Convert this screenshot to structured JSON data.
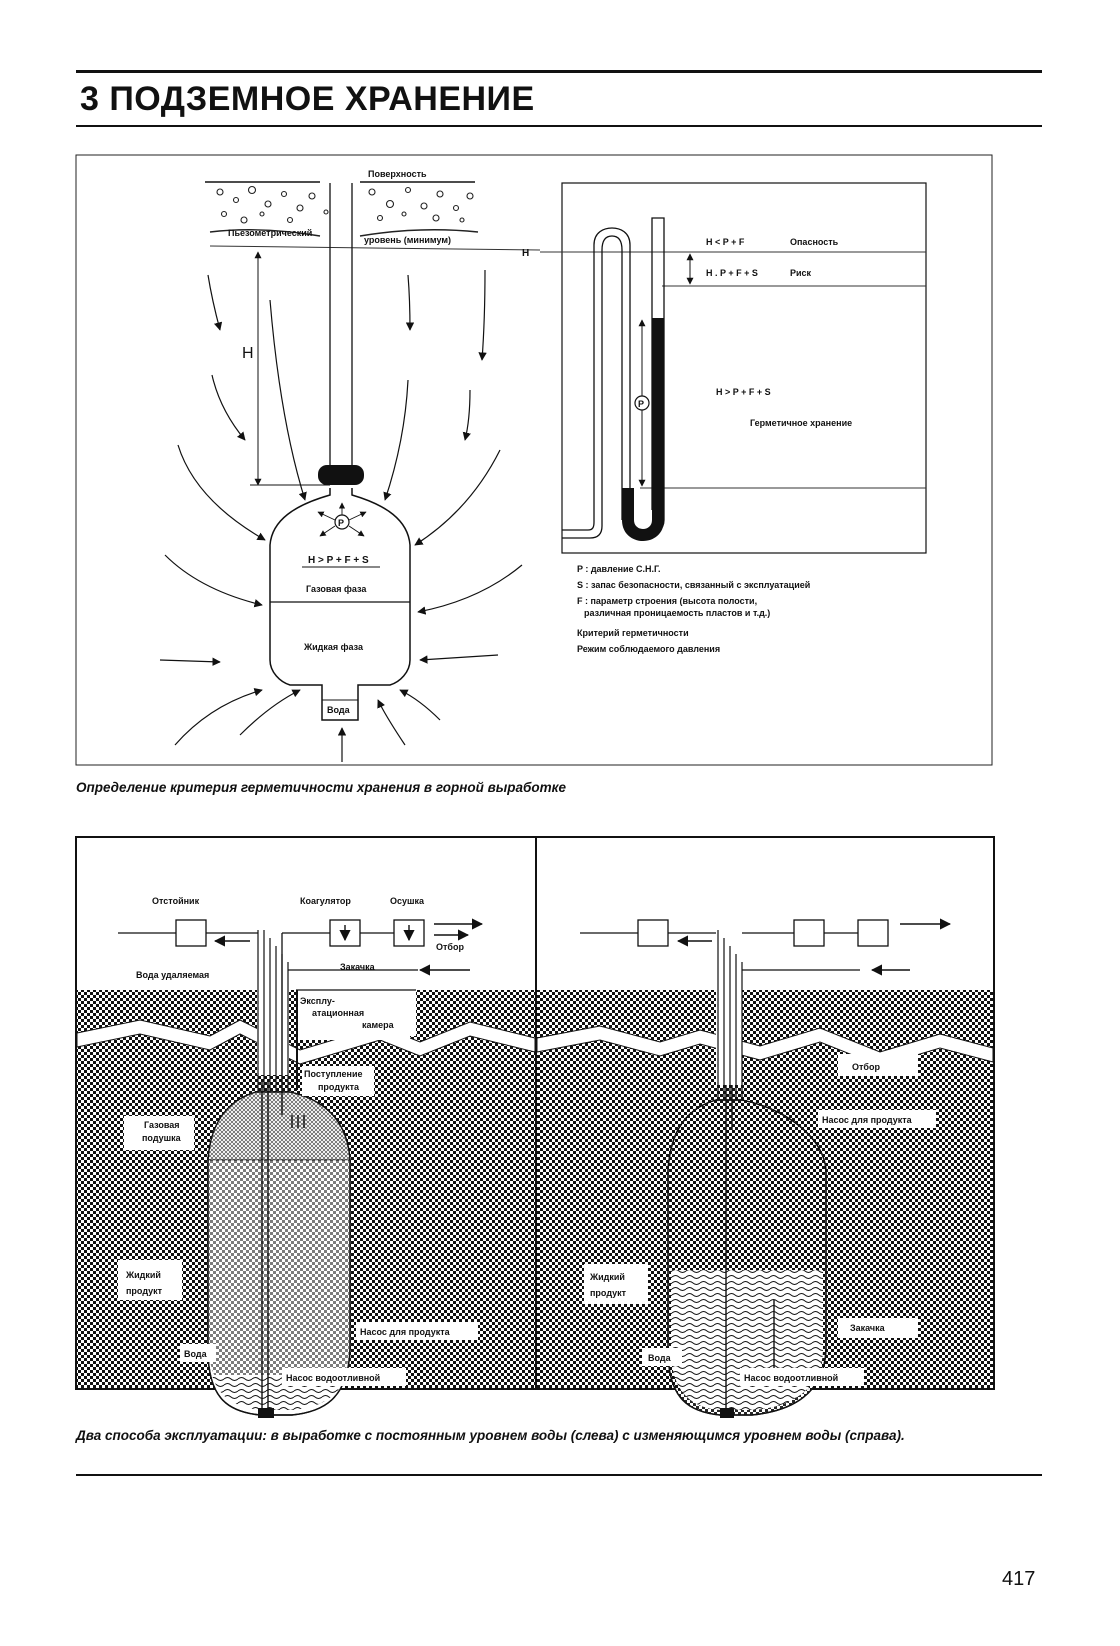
{
  "header": {
    "chapter_title": "3  ПОДЗЕМНОЕ ХРАНЕНИЕ"
  },
  "figure1": {
    "left": {
      "surface": "Поверхность",
      "piezometric_left": "Пьезометрический",
      "piezometric_right": "уровень (минимум)",
      "h_symbol": "H",
      "h_line_label": "H",
      "p_symbol": "P",
      "criterion": "H > P + F + S",
      "gas_phase": "Газовая фаза",
      "liquid_phase": "Жидкая фаза",
      "water": "Вода"
    },
    "right": {
      "danger_formula": "H < P + F",
      "danger": "Опасность",
      "risk_formula": "H . P + F + S",
      "risk": "Риск",
      "safe_formula": "H > P + F + S",
      "safe": "Герметичное хранение",
      "p_symbol": "P"
    },
    "legend": [
      "P : давление С.Н.Г.",
      "S : запас безопасности, связанный с эксплуатацией",
      "F : параметр строения (высота полости,",
      "различная проницаемость пластов и т.д.)",
      "Критерий герметичности",
      "Режим соблюдаемого давления"
    ],
    "caption": "Определение критерия герметичности хранения в горной выработке"
  },
  "figure2": {
    "left": {
      "settler": "Отстойник",
      "coagulator": "Коагулятор",
      "drying": "Осушка",
      "withdrawal": "Отбор",
      "water_removed": "Вода удаляемая",
      "injection": "Закачка",
      "chamber_1": "Эксплу-",
      "chamber_2": "атационная",
      "chamber_3": "камера",
      "inflow_1": "Поступление",
      "inflow_2": "продукта",
      "gas_1": "Газовая",
      "gas_2": "подушка",
      "liquid_1": "Жидкий",
      "liquid_2": "продукт",
      "product_pump": "Насос для продукта",
      "water": "Вода",
      "water_pump": "Насос водоотливной"
    },
    "right": {
      "product_pump": "Насос для продукта",
      "liquid_1": "Жидкий",
      "liquid_2": "продукт",
      "withdrawal": "Отбор",
      "injection": "Закачка",
      "water": "Вода",
      "water_pump": "Насос водоотливной"
    },
    "caption": "Два способа эксплуатации: в выработке с постоянным уровнем воды (слева) с изменяющимся уровнем воды (справа)."
  },
  "footer": {
    "page_number": "417"
  }
}
